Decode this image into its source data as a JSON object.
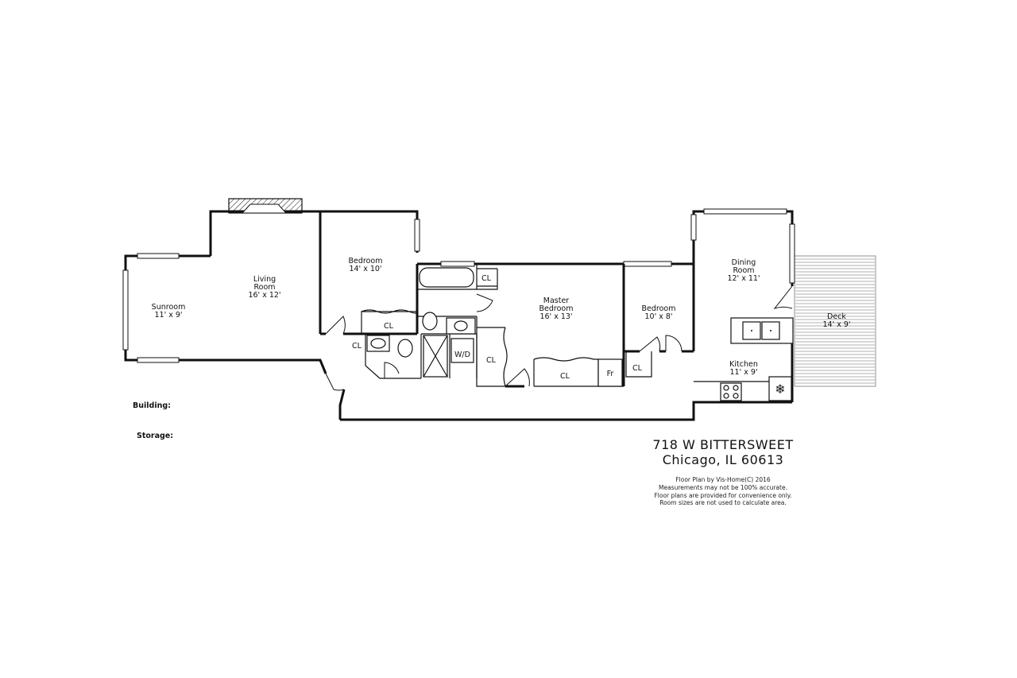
{
  "rooms": {
    "sunroom": {
      "name": "Sunroom",
      "dims": "11' x 9'"
    },
    "living": {
      "name_line1": "Living",
      "name_line2": "Room",
      "dims": "16' x 12'"
    },
    "bedroom1": {
      "name": "Bedroom",
      "dims": "14' x 10'"
    },
    "master": {
      "name_line1": "Master",
      "name_line2": "Bedroom",
      "dims": "16' x 13'"
    },
    "bedroom2": {
      "name": "Bedroom",
      "dims": "10' x 8'"
    },
    "dining": {
      "name_line1": "Dining",
      "name_line2": "Room",
      "dims": "12' x 11'"
    },
    "kitchen": {
      "name": "Kitchen",
      "dims": "11' x 9'"
    },
    "deck": {
      "name": "Deck",
      "dims": "14' x 9'"
    }
  },
  "closets": {
    "cl1": "CL",
    "cl2": "CL",
    "cl3": "CL",
    "cl4": "CL",
    "cl5": "CL",
    "cl6": "CL",
    "wd": "W/D",
    "fr": "Fr"
  },
  "side_labels": {
    "building": "Building:",
    "storage": "Storage:"
  },
  "address": {
    "line1": "718 W BITTERSWEET",
    "line2": "Chicago, IL 60613"
  },
  "footer": {
    "line1": "Floor Plan by Vis-Home(C) 2016",
    "line2": "Measurements may not be 100% accurate.",
    "line3": "Floor plans are provided for convenience only.",
    "line4": "Room sizes are not used to calculate area."
  }
}
